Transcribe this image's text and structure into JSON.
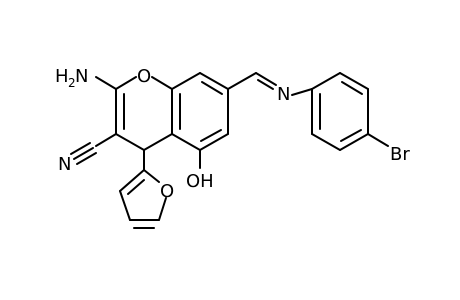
{
  "molecule": {
    "labels": {
      "amine_element": "H",
      "amine_subscript": "2",
      "amine_nitrogen": "N",
      "ring_oxygen": "O",
      "nitrile_nitrogen": "N",
      "hydroxyl": "OH",
      "imine_nitrogen": "N",
      "furan_oxygen": "O",
      "bromine": "Br"
    }
  },
  "colors": {
    "bond": "#000000",
    "background": "#ffffff"
  }
}
